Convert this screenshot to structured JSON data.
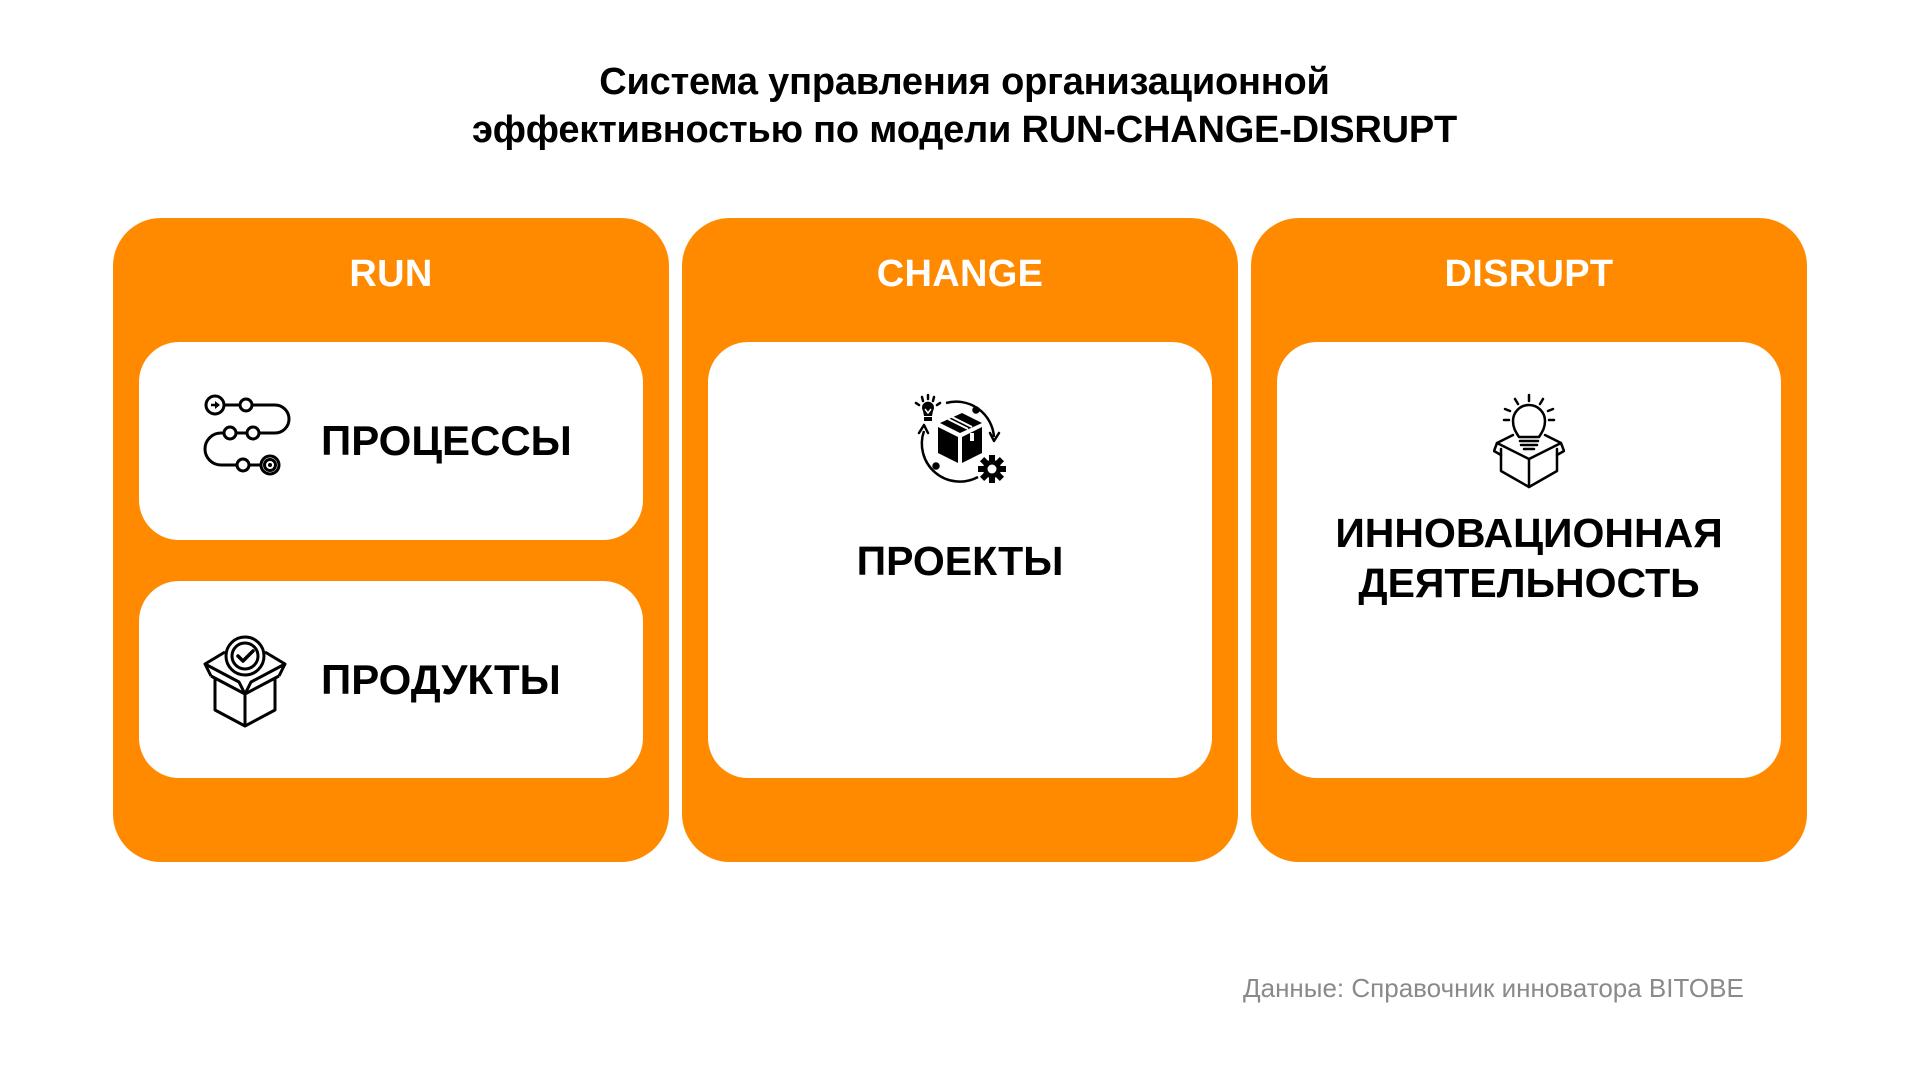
{
  "title": {
    "line1": "Система управления организационной",
    "line2": "эффективностью по модели RUN-CHANGE-DISRUPT"
  },
  "colors": {
    "accent": "#FF8A00",
    "card": "#FFFFFF",
    "text": "#000000",
    "footnote": "#8A8A8A"
  },
  "panels": [
    {
      "header": "RUN",
      "cards": [
        {
          "icon": "process-path-icon",
          "label": "ПРОЦЕССЫ"
        },
        {
          "icon": "product-box-check-icon",
          "label": "ПРОДУКТЫ"
        }
      ]
    },
    {
      "header": "CHANGE",
      "cards": [
        {
          "icon": "project-cycle-icon",
          "label": "ПРОЕКТЫ"
        }
      ]
    },
    {
      "header": "DISRUPT",
      "cards": [
        {
          "icon": "innovation-box-bulb-icon",
          "label_line1": "ИННОВАЦИОННАЯ",
          "label_line2": "ДЕЯТЕЛЬНОСТЬ"
        }
      ]
    }
  ],
  "footnote": "Данные: Справочник инноватора BITOBE"
}
